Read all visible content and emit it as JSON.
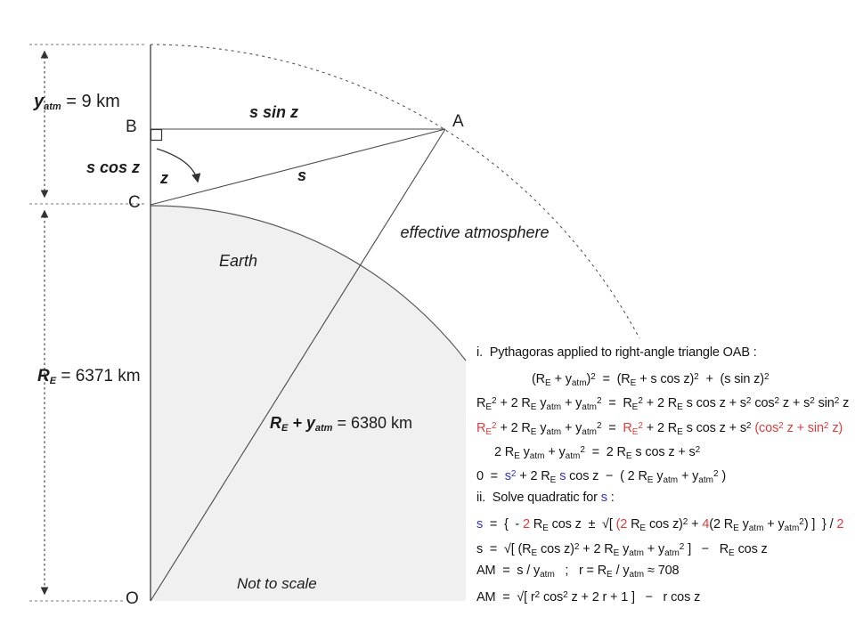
{
  "colors": {
    "red": "#e03b3b",
    "blue": "#3030cf",
    "line": "#4a4a4a",
    "earth_fill": "#f0f0f0"
  },
  "diagram": {
    "points": {
      "A": "A",
      "B": "B",
      "C": "C",
      "O": "O"
    },
    "labels": {
      "y_atm": "[v]y_{atm}[/v] = 9 km",
      "s_sin_z": "s sin z",
      "s_cos_z": "s cos z",
      "z": "z",
      "s": "s",
      "earth": "Earth",
      "effective_atmosphere": "effective atmosphere",
      "r_e": "[v]R_{E}[/v] = 6371 km",
      "r_e_plus_y_atm": "[v]R_{E} + y_{atm}[/v] = 6380 km",
      "not_to_scale": "Not to scale"
    }
  },
  "equations": {
    "lines": [
      "i.  Pythagoras applied to right-angle triangle OAB :",
      "(R_{E} + y_{atm})^{2}  =  (R_{E} + s cos z)^{2}  +  (s sin z)^{2}",
      "R_{E}^{2} + 2 R_{E} y_{atm} + y_{atm}^{2}  =  R_{E}^{2} + 2 R_{E} s cos z + s^{2} cos^{2} z + s^{2} sin^{2} z",
      "[r]R_{E}^{2}[/r] + 2 R_{E} y_{atm} + y_{atm}^{2}  =  [r]R_{E}^{2}[/r] + 2 R_{E} s cos z + s^{2} [r](cos^{2} z + sin^{2} z)[/r]",
      "2 R_{E} y_{atm} + y_{atm}^{2}  =  2 R_{E} s cos z + s^{2}",
      "0  =  [b]s^{2}[/b] + 2 R_{E} [b]s[/b] cos z  −  ( 2 R_{E} y_{atm} + y_{atm}^{2} )",
      "ii.  Solve quadratic for [b]s[/b] :",
      "[b]s[/b]  =  {  - [r]2[/r] R_{E} cos z  ±  √[ [r](2[/r] R_{E} cos z)^{2} + [r]4[/r](2 R_{E} y_{atm} + y_{atm}^{2}) ]  } / [r]2[/r]",
      "s  =  √[ (R_{E} cos z)^{2} + 2 R_{E} y_{atm} + y_{atm}^{2} ]   −   R_{E} cos z",
      "AM  =  s / y_{atm}   ;   r = R_{E} / y_{atm} ≈ 708",
      "AM  =  √[ r^{2} cos^{2} z + 2 r + 1 ]   −   r cos z"
    ]
  }
}
